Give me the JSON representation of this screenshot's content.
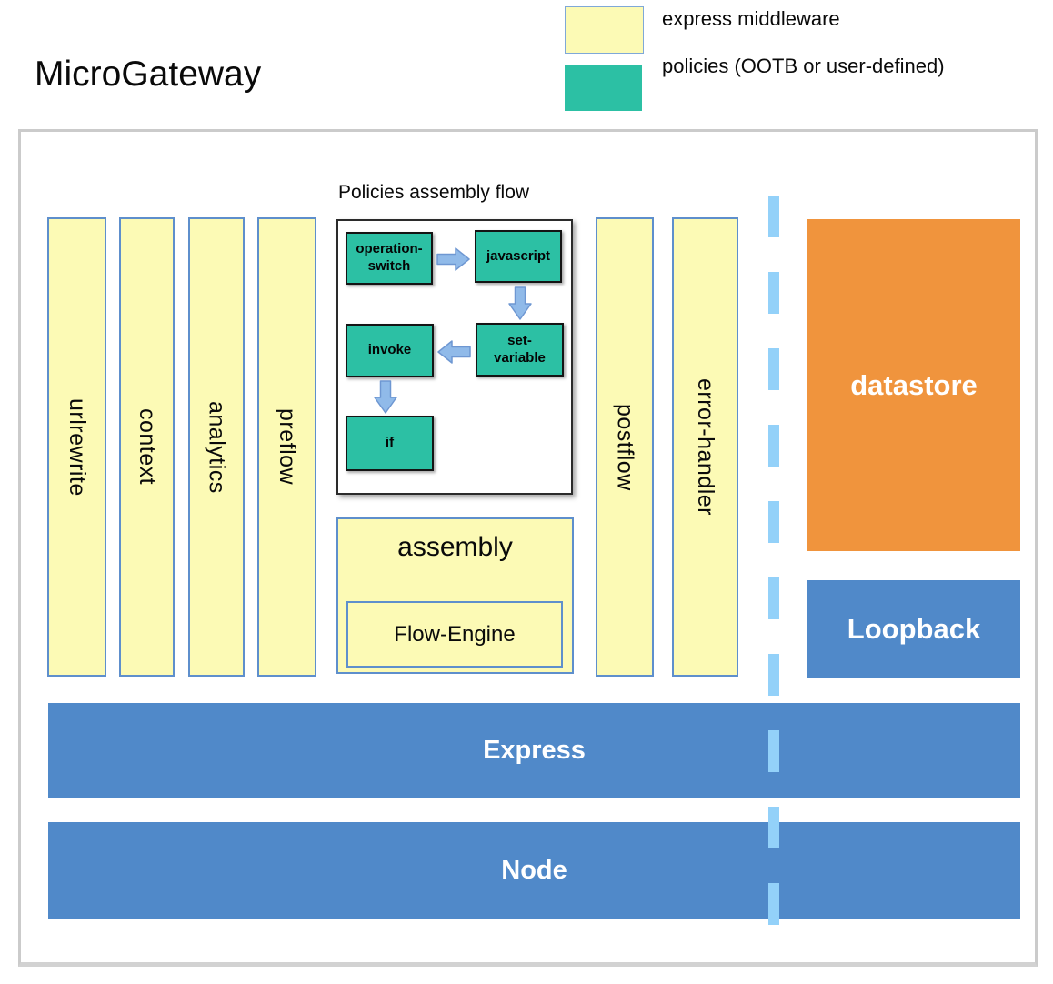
{
  "title": "MicroGateway",
  "legend": {
    "express": "express middleware",
    "policies": "policies (OOTB or user-defined)"
  },
  "bars": {
    "urlrewrite": "urlrewrite",
    "context": "context",
    "analytics": "analytics",
    "preflow": "preflow",
    "postflow": "postflow",
    "error_handler": "error-handler"
  },
  "flow": {
    "title": "Policies assembly flow",
    "operation_switch": "operation-switch",
    "javascript": "javascript",
    "set_variable": "set-variable",
    "invoke": "invoke",
    "if": "if"
  },
  "assembly": {
    "label": "assembly",
    "flow_engine": "Flow-Engine"
  },
  "services": {
    "datastore": "datastore",
    "loopback": "Loopback"
  },
  "platform": {
    "express": "Express",
    "node": "Node"
  },
  "colors": {
    "middleware_fill": "#FCFAB5",
    "middleware_border": "#5E8FCC",
    "policy_fill": "#2CC0A4",
    "blue_fill": "#5089C9",
    "orange_fill": "#F0943D",
    "dash_blue": "#93D1F9",
    "arrow_fill": "#90BAE9",
    "container_border": "#cbcbcb"
  }
}
